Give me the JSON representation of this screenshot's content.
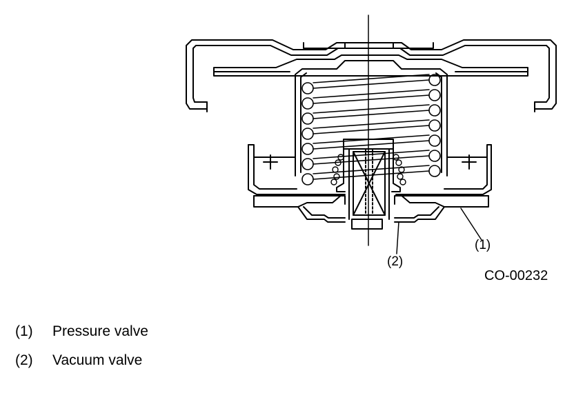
{
  "diagram": {
    "callouts": [
      "(1)",
      "(2)"
    ],
    "figure_code": "CO-00232"
  },
  "legend": [
    {
      "num": "(1)",
      "label": "Pressure valve"
    },
    {
      "num": "(2)",
      "label": "Vacuum valve"
    }
  ]
}
